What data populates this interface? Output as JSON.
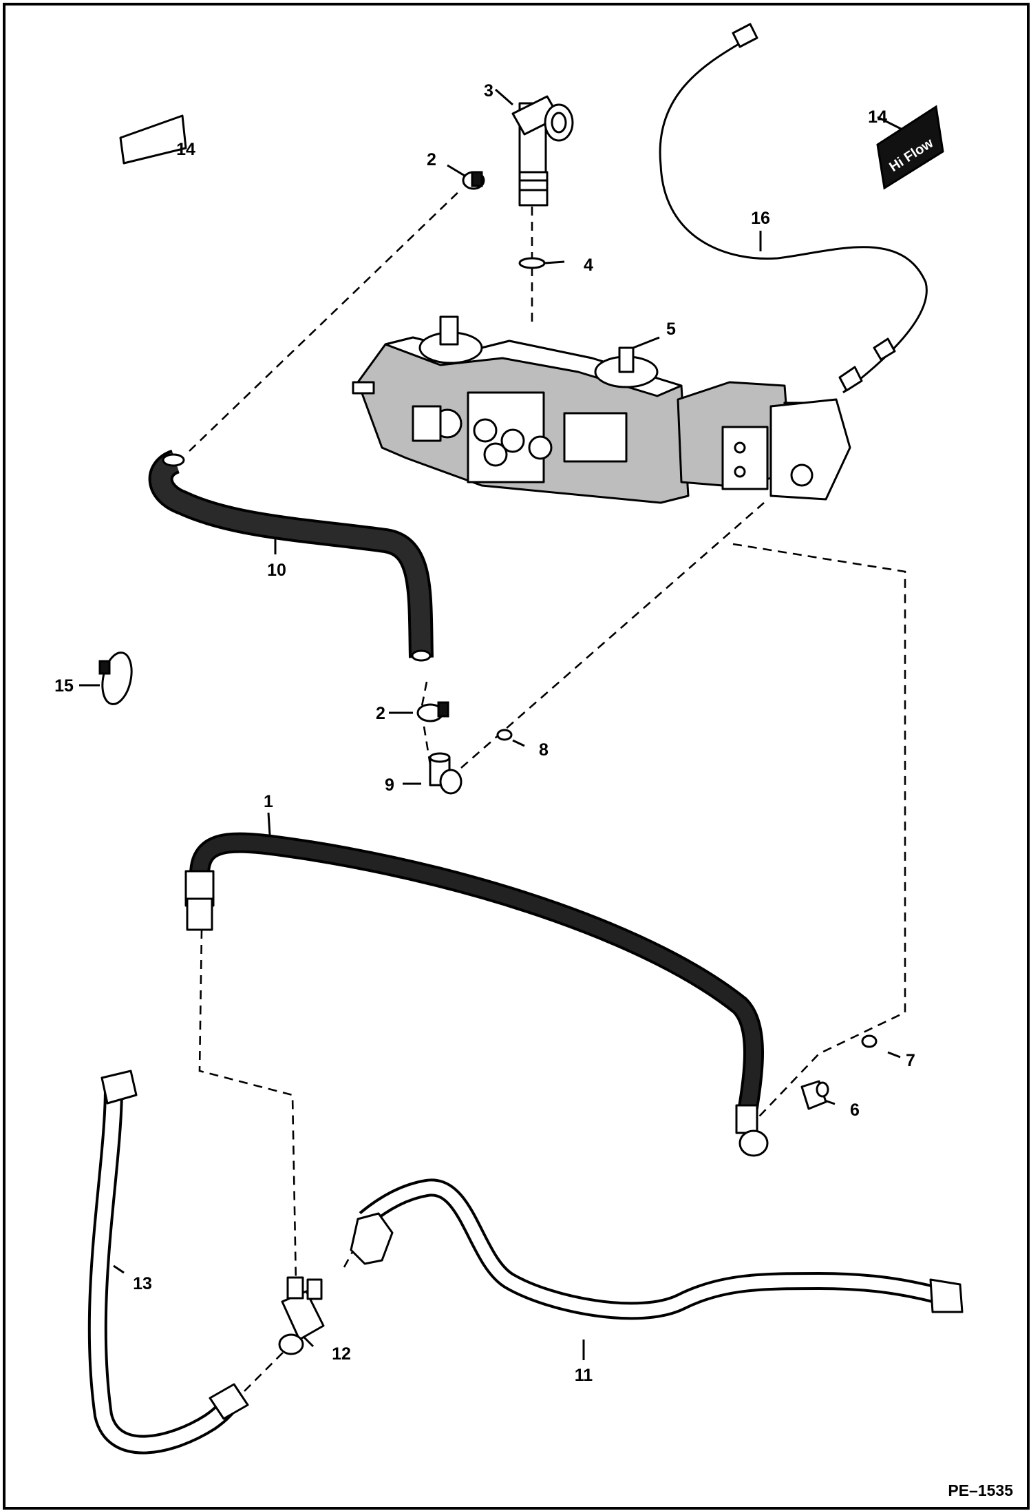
{
  "diagram": {
    "figure_id": "PE–1535",
    "decal_text": "Hi Flow",
    "callouts": {
      "c1": "1",
      "c2a": "2",
      "c2b": "2",
      "c3": "3",
      "c4": "4",
      "c5": "5",
      "c6": "6",
      "c7": "7",
      "c8": "8",
      "c9": "9",
      "c10": "10",
      "c11": "11",
      "c12": "12",
      "c13": "13",
      "c14a": "14",
      "c14b": "14",
      "c15": "15",
      "c16": "16"
    }
  }
}
